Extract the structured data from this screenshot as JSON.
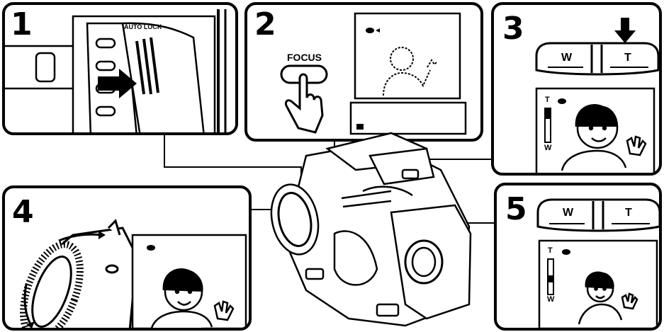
{
  "steps": {
    "s1": {
      "number": "1",
      "switch_label": "AUTO LOCK"
    },
    "s2": {
      "number": "2",
      "button_label": "FOCUS"
    },
    "s3": {
      "number": "3",
      "zoom_w": "W",
      "zoom_t": "T",
      "meter_t": "T",
      "meter_w": "W"
    },
    "s4": {
      "number": "4"
    },
    "s5": {
      "number": "5",
      "zoom_w": "W",
      "zoom_t": "T",
      "meter_t": "T",
      "meter_w": "W"
    }
  },
  "icons": {
    "push_arrow": "arrow-right-icon",
    "press_arrow": "arrow-down-icon",
    "finger": "pointing-hand-icon",
    "focus_indicator": "manual-focus-icon",
    "wave": "waving-person-icon"
  },
  "colors": {
    "ink": "#000000",
    "paper": "#ffffff"
  }
}
